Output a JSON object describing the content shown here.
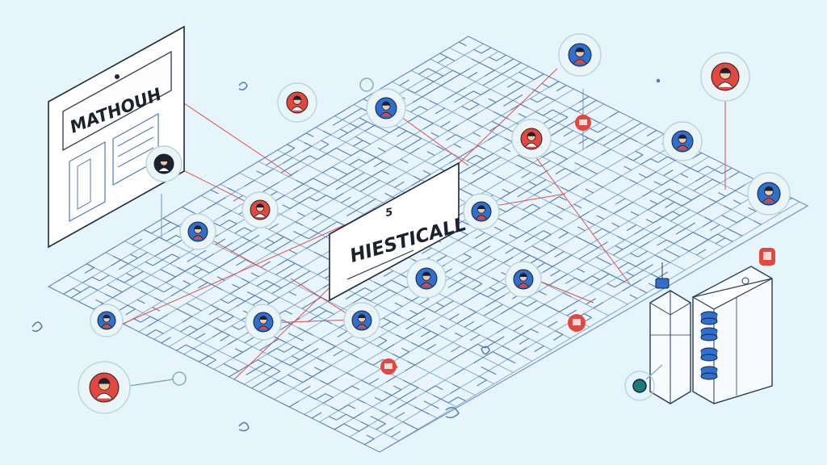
{
  "signs": {
    "left_sign_label": "MATHOUH",
    "center_sign_label": "HIESTICALL",
    "center_sign_mark": "5"
  },
  "palette": {
    "background": "#e6f4fb",
    "grid_line": "#5b86b8",
    "connector_red": "#e0504a",
    "node_red": "#e2483d",
    "node_blue": "#2f6fd0",
    "ring": "#b9d4dc",
    "ink": "#1a2230"
  },
  "nodes": [
    {
      "id": "n1",
      "color": "blue",
      "icon": "person-avatar-icon"
    },
    {
      "id": "n2",
      "color": "red",
      "icon": "person-avatar-icon"
    },
    {
      "id": "n3",
      "color": "red",
      "icon": "person-avatar-icon"
    },
    {
      "id": "n4",
      "color": "blue",
      "icon": "person-avatar-icon"
    },
    {
      "id": "n5",
      "color": "red",
      "icon": "person-avatar-icon"
    },
    {
      "id": "n6",
      "color": "blue",
      "icon": "person-avatar-icon"
    },
    {
      "id": "n7",
      "color": "red",
      "icon": "person-avatar-icon"
    },
    {
      "id": "n8",
      "color": "blue",
      "icon": "person-avatar-icon"
    },
    {
      "id": "n9",
      "color": "blue",
      "icon": "person-avatar-icon"
    },
    {
      "id": "n10",
      "color": "blue",
      "icon": "person-avatar-icon"
    },
    {
      "id": "n11",
      "color": "blue",
      "icon": "person-avatar-icon"
    },
    {
      "id": "n12",
      "color": "blue",
      "icon": "person-avatar-icon"
    },
    {
      "id": "n13",
      "color": "blue",
      "icon": "person-avatar-icon"
    },
    {
      "id": "n14",
      "color": "blue",
      "icon": "person-avatar-icon"
    },
    {
      "id": "n15",
      "color": "blue",
      "icon": "person-avatar-icon"
    },
    {
      "id": "n16",
      "color": "red",
      "icon": "delivery-car-icon"
    },
    {
      "id": "n17",
      "color": "red",
      "icon": "person-avatar-icon"
    },
    {
      "id": "n18",
      "color": "dark",
      "icon": "person-avatar-icon"
    },
    {
      "id": "n19",
      "color": "blue",
      "icon": "person-avatar-icon"
    }
  ]
}
